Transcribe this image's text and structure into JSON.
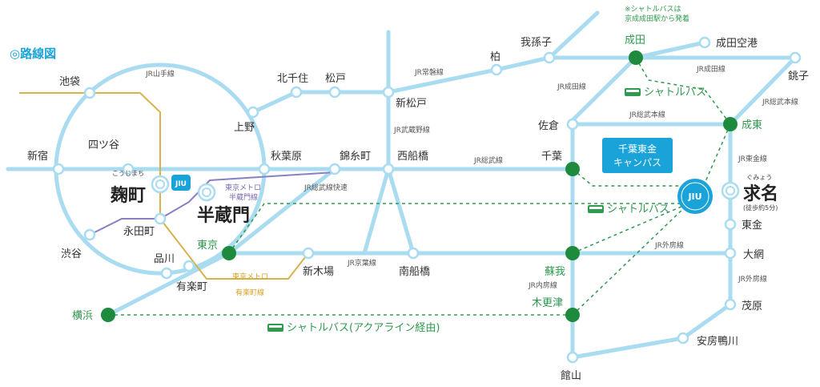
{
  "map": {
    "title": "◎路線図",
    "colors": {
      "jr_line": "#a9dcf0",
      "metro_hanzomon": "#8b7fc3",
      "metro_yurakucho": "#d8b24a",
      "shuttle": "#2e9a4e",
      "campus_box": "#1aa3d9"
    },
    "stations": {
      "ikebukuro": "池袋",
      "shinjuku": "新宿",
      "yotsuya": "四ツ谷",
      "shibuya": "渋谷",
      "shinagawa": "品川",
      "nagatacho": "永田町",
      "yurakucho": "有楽町",
      "ueno": "上野",
      "akihabara": "秋葉原",
      "kinshicho": "錦糸町",
      "kitasenju": "北千住",
      "matsudo": "松戸",
      "shinmatsudo": "新松戸",
      "nishifunabashi": "西船橋",
      "minamifunabashi": "南船橋",
      "shinkiba": "新木場",
      "kashiwa": "柏",
      "abiko": "我孫子",
      "narita": "成田",
      "narita_airport": "成田空港",
      "choshi": "銚子",
      "sakura": "佐倉",
      "naruto": "成東",
      "chiba": "千葉",
      "togane": "東金",
      "oami": "大網",
      "soga": "蘇我",
      "kisarazu": "木更津",
      "mobara": "茂原",
      "awakamogawa": "安房鴨川",
      "tateyama": "館山",
      "tokyo": "東京",
      "yokohama": "横浜",
      "kojimachi": "麹町",
      "kojimachi_kana": "こうじまち",
      "hanzomon": "半蔵門",
      "gumyo": "求名",
      "gumyo_kana": "ぐみょう",
      "gumyo_walk": "(徒歩約5分)"
    },
    "lines": {
      "yamanote": "JR山手線",
      "joban": "JR常磐線",
      "musashino": "JR武蔵野線",
      "sobu": "JR総武線",
      "sobu_rapid": "JR総武線快速",
      "keiyo": "JR京葉線",
      "narita_line_1": "JR成田線",
      "narita_line_2": "JR成田線",
      "sobu_main_1": "JR総武本線",
      "sobu_main_2": "JR総武本線",
      "togane_line": "JR東金線",
      "sotobo_1": "JR外房線",
      "sotobo_2": "JR外房線",
      "uchibo": "JR内房線",
      "metro_hanzomon_1": "東京メトロ",
      "metro_hanzomon_2": "半蔵門線",
      "metro_yurakucho_1": "東京メトロ",
      "metro_yurakucho_2": "有楽町線"
    },
    "shuttle": {
      "note_1": "※シャトルバスは",
      "note_2": "京成成田駅から発着",
      "narita_bus": "シャトルバス",
      "tokyo_bus": "シャトルバス",
      "yokohama_bus": "シャトルバス(アクアライン経由)"
    },
    "campus": {
      "line1": "千葉東金",
      "line2": "キャンパス",
      "logo": "JIU"
    }
  }
}
